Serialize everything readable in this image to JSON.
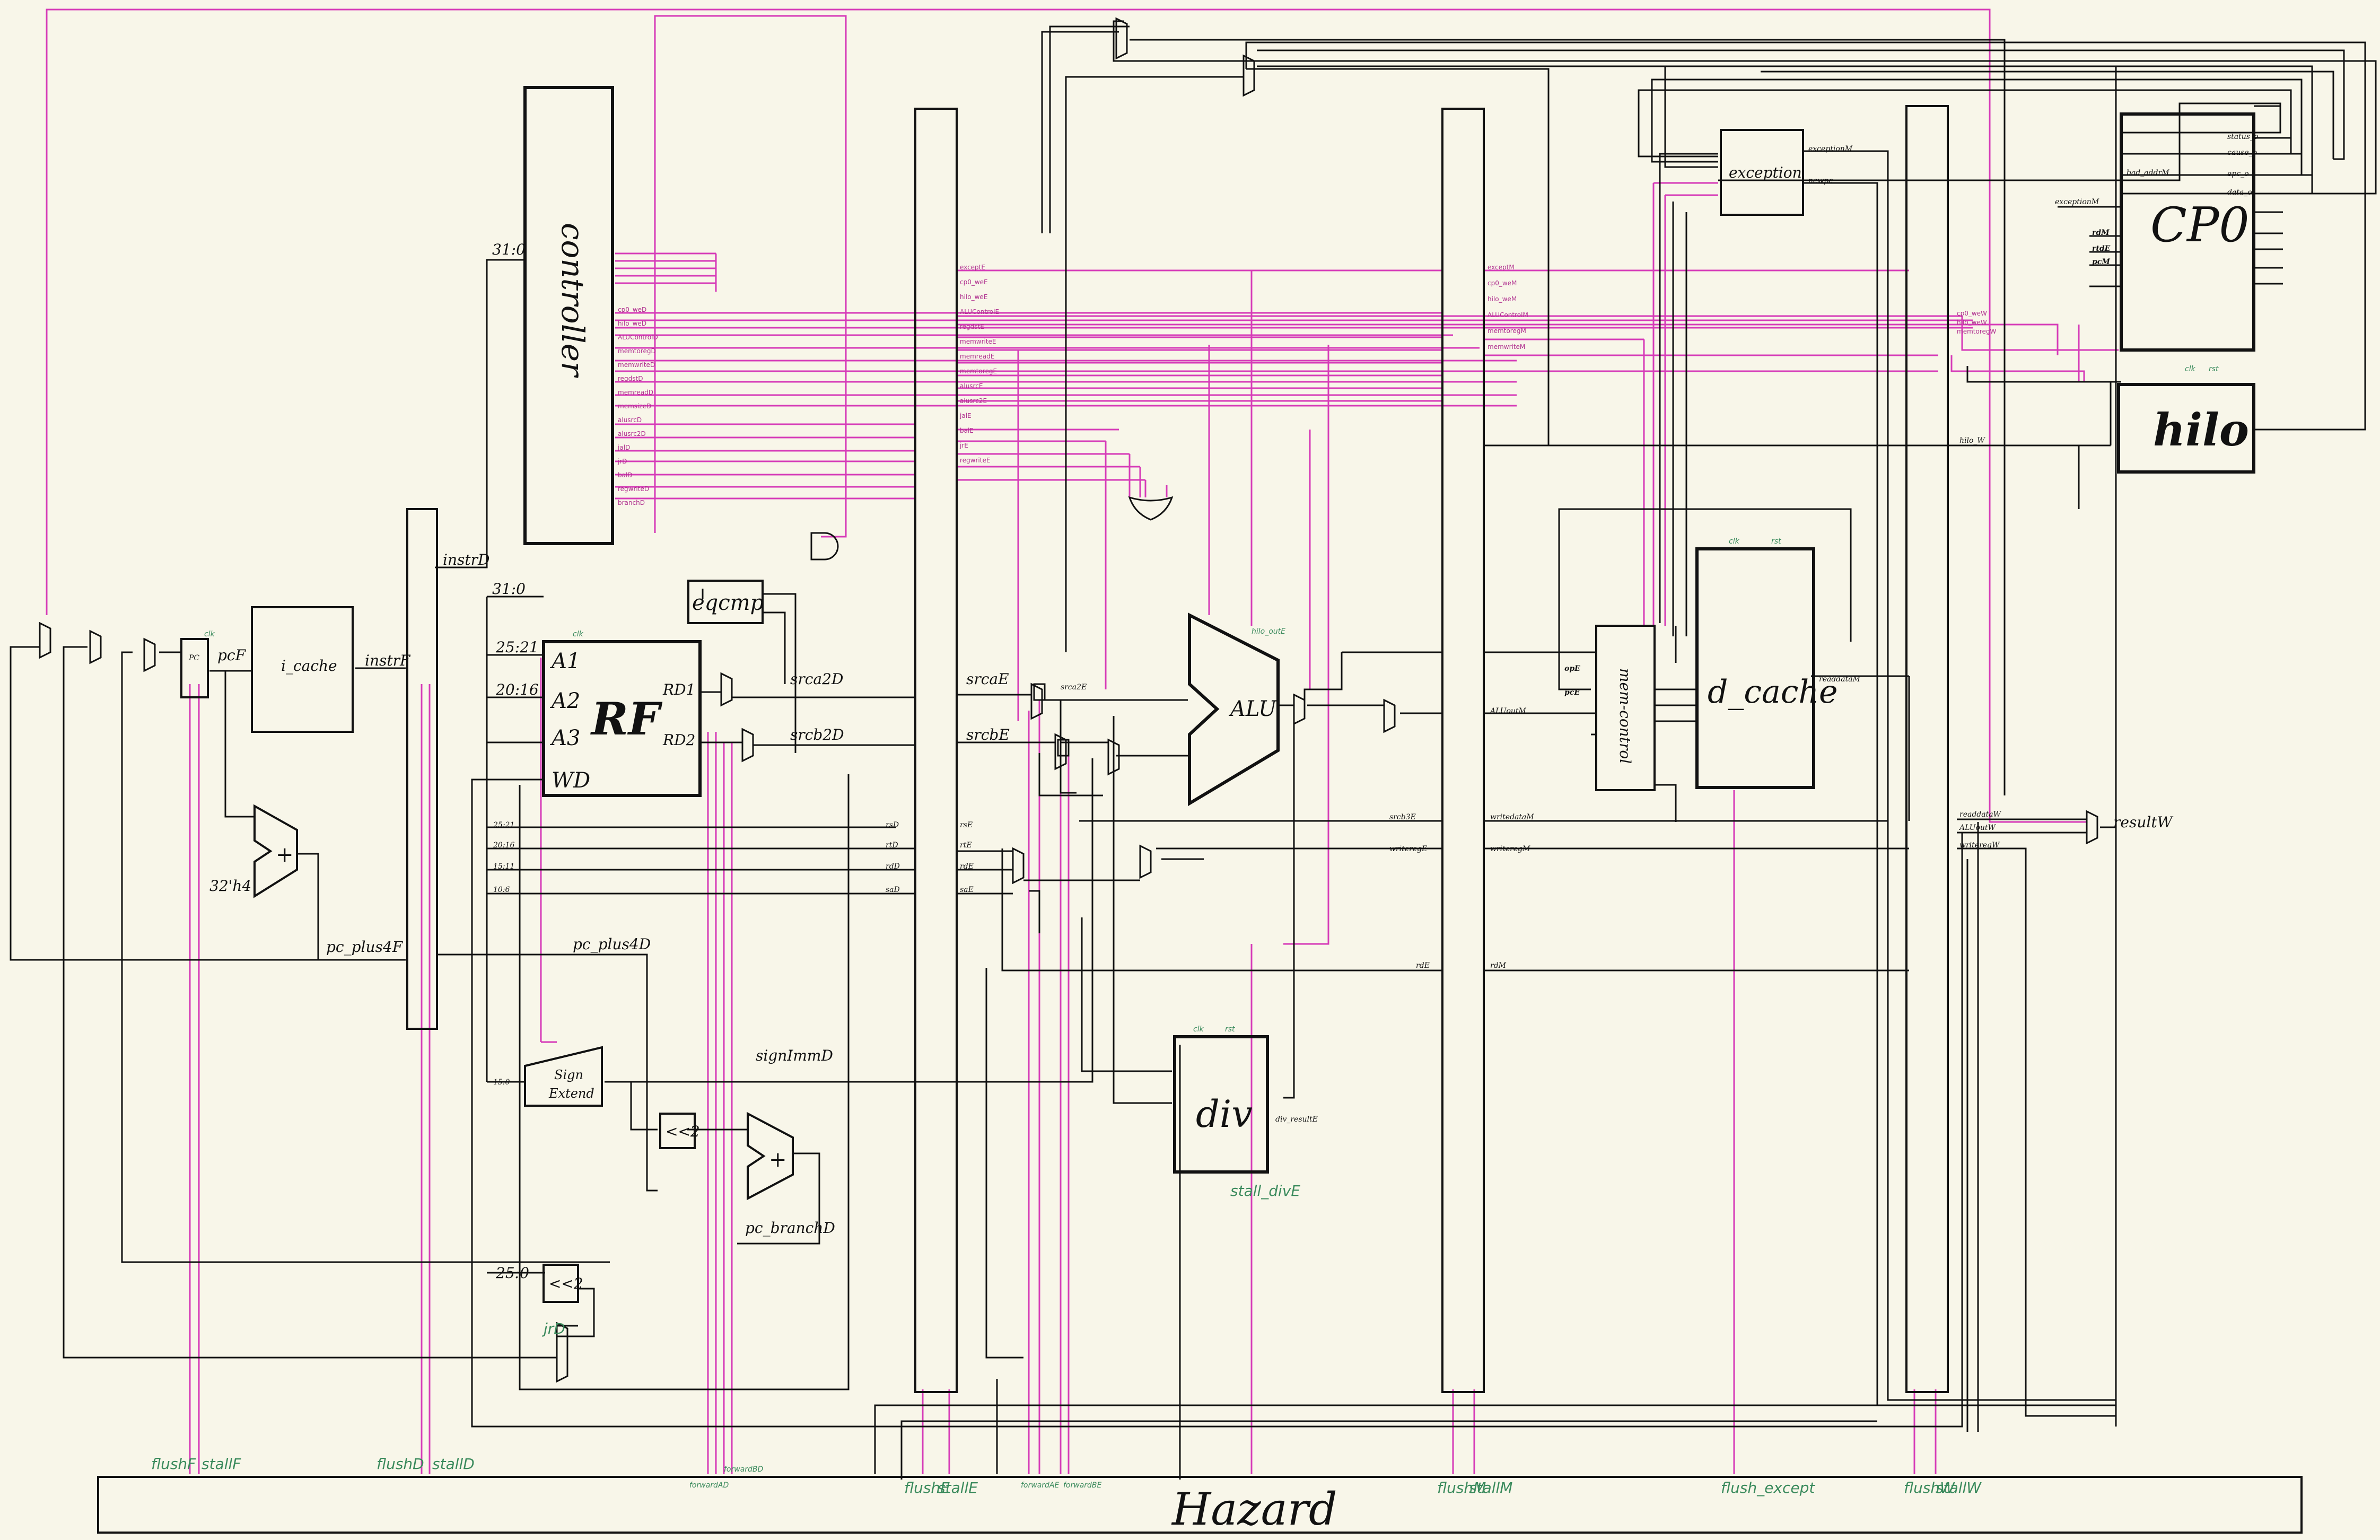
{
  "blocks": {
    "controller": "controller",
    "rf": "RF",
    "rf_a1": "A1",
    "rf_a2": "A2",
    "rf_a3": "A3",
    "rf_wd": "WD",
    "rf_rd1": "RD1",
    "rf_rd2": "RD2",
    "icache": "i_cache",
    "pc": "PC",
    "eqcmp": "eqcmp",
    "alu": "ALU",
    "div": "div",
    "mem_control": "mem-control",
    "dcache": "d_cache",
    "exception": "exception",
    "cp0": "CP0",
    "hilo": "hilo",
    "hazard": "Hazard",
    "sign_extend_1": "Sign",
    "sign_extend_2": "Extend",
    "shift1": "<<2",
    "shift2": "<<2",
    "adder": "+",
    "const4": "32'h4"
  },
  "labels": {
    "instrF": "instrF",
    "pcF": "pcF",
    "instrD": "instrD",
    "bits_31_0_a": "31:0",
    "bits_31_0_b": "31:0",
    "bits_25_21_a": "25:21",
    "bits_20_16_a": "20:16",
    "bits_25_21_b": "25:21",
    "bits_20_16_b": "20:16",
    "bits_15_11": "15:11",
    "bits_10_6": "10:6",
    "bits_15_0": "15:0",
    "bits_25_0": "25:0",
    "rsD": "rsD",
    "rtD": "rtD",
    "rdD": "rdD",
    "saD": "saD",
    "rsE": "rsE",
    "rtE": "rtE",
    "rdE": "rdE",
    "saE": "saE",
    "srca2D": "srca2D",
    "srcb2D": "srcb2D",
    "srcaE": "srcaE",
    "srcbE": "srcbE",
    "srca2E": "srca2E",
    "pc_plus4F": "pc_plus4F",
    "pc_plus4D": "pc_plus4D",
    "signImmD": "signImmD",
    "pc_branchD": "pc_branchD",
    "readdataM": "readdataM",
    "readdataW": "readdataW",
    "aluoutW": "ALUoutW",
    "resultW": "resultW",
    "exceptionM": "exceptionM",
    "newpc": "newpc",
    "writedataM": "writedataM",
    "writeregE": "writeregE",
    "writeregM": "writeregM",
    "srcb3E": "srcb3E",
    "aluoutM": "ALUoutM",
    "rdE_label": "rdE",
    "rdM_label": "rdM",
    "hilo_w": "hilo_W",
    "hilo_outE": "hilo_outE",
    "div_resultE": "div_resultE",
    "opE": "opE",
    "pcE": "pcE",
    "rdM": "rdM",
    "rtdE": "rtdE",
    "pcM": "pcM",
    "exceptM_cp0": "exceptionM",
    "status_o": "status_o",
    "cause_o": "cause_o",
    "epc_o": "epc_o",
    "data_o": "data_o",
    "bad_addr": "bad_addrM",
    "clk": "clk",
    "rst": "rst",
    "writeregW": "writeregW",
    "jrD": "jrD"
  },
  "hazard_signals": {
    "flushF": "flushF",
    "stallF": "stallF",
    "flushD": "flushD",
    "stallD": "stallD",
    "forwardAD": "forwardAD",
    "forwardBD": "forwardBD",
    "flushE": "flushE",
    "stallE": "stallE",
    "forwardAE": "forwardAE",
    "forwardBE": "forwardBE",
    "flushM": "flushM",
    "stallM": "stallM",
    "flush_except": "flush_except",
    "flushW": "flushW",
    "stallW": "stallW",
    "stall_divE": "stall_divE"
  },
  "controller_outputs": [
    "cp0_weD",
    "hilo_weD",
    "ALUControlD",
    "memtoregD",
    "memwriteD",
    "regdstD",
    "memreadD",
    "memsizeD",
    "alusrcD",
    "alusrc2D",
    "jalD",
    "jrD",
    "balD",
    "regwriteD",
    "branchD"
  ],
  "ex_outputs": [
    "exceptE",
    "cp0_weE",
    "hilo_weE",
    "ALUControlE",
    "regdstE",
    "memwriteE",
    "memreadE",
    "memtoregE",
    "alusrcE",
    "alusrc2E",
    "jalE",
    "balE",
    "jrE",
    "regwriteE"
  ],
  "mem_outputs": [
    "exceptM",
    "cp0_weM",
    "hilo_weM",
    "ALUControlM",
    "memtoregM",
    "memwriteM"
  ],
  "wb_outputs": [
    "cp0_weW",
    "hilo_weW",
    "memtoregW"
  ],
  "colors": {
    "wire": "#111111",
    "control": "#d63bb8",
    "annot": "#3a8a5c",
    "bg": "#f8f6e9"
  }
}
